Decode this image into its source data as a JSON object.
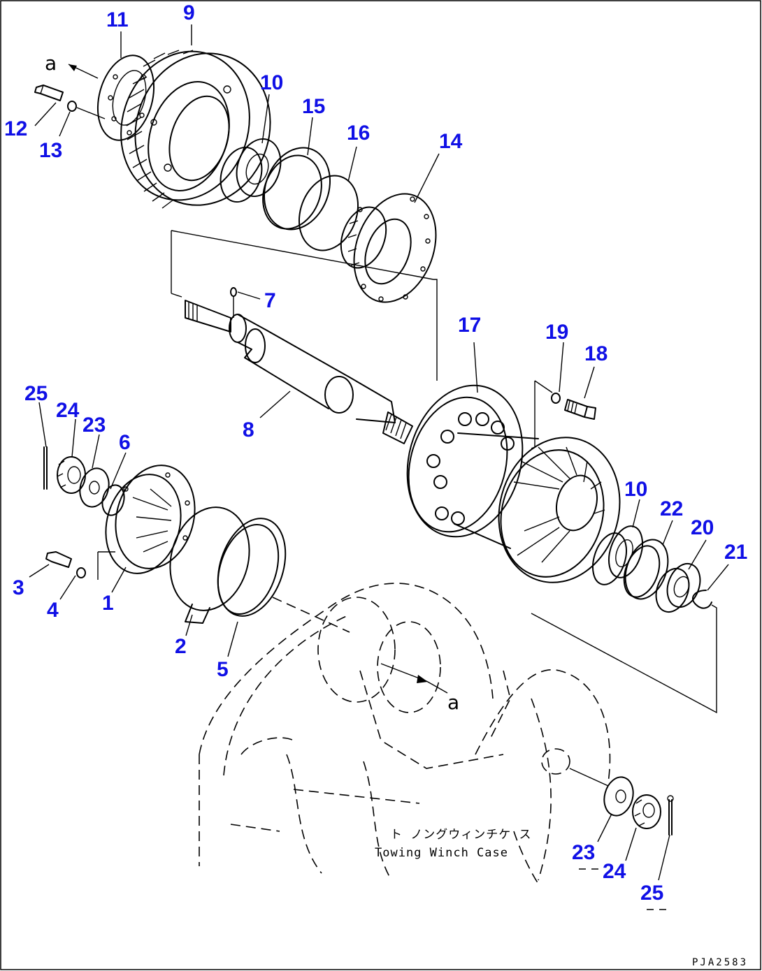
{
  "labels": [
    {
      "id": "11",
      "text": "11"
    },
    {
      "id": "9",
      "text": "9"
    },
    {
      "id": "10a",
      "text": "10"
    },
    {
      "id": "15",
      "text": "15"
    },
    {
      "id": "16",
      "text": "16"
    },
    {
      "id": "14",
      "text": "14"
    },
    {
      "id": "12",
      "text": "12"
    },
    {
      "id": "13",
      "text": "13"
    },
    {
      "id": "7",
      "text": "7"
    },
    {
      "id": "17",
      "text": "17"
    },
    {
      "id": "19",
      "text": "19"
    },
    {
      "id": "18",
      "text": "18"
    },
    {
      "id": "8",
      "text": "8"
    },
    {
      "id": "25a",
      "text": "25"
    },
    {
      "id": "24a",
      "text": "24"
    },
    {
      "id": "23a",
      "text": "23"
    },
    {
      "id": "6",
      "text": "6"
    },
    {
      "id": "10b",
      "text": "10"
    },
    {
      "id": "22",
      "text": "22"
    },
    {
      "id": "20",
      "text": "20"
    },
    {
      "id": "21",
      "text": "21"
    },
    {
      "id": "3",
      "text": "3"
    },
    {
      "id": "4",
      "text": "4"
    },
    {
      "id": "1",
      "text": "1"
    },
    {
      "id": "2",
      "text": "2"
    },
    {
      "id": "5",
      "text": "5"
    },
    {
      "id": "23b",
      "text": "23"
    },
    {
      "id": "24b",
      "text": "24"
    },
    {
      "id": "25b",
      "text": "25"
    }
  ],
  "reference_mark": "a",
  "case_label_jp": "ト ノングウィンチケ ス",
  "case_label_en": "Towing Winch Case",
  "drawing_code": "PJA2583"
}
